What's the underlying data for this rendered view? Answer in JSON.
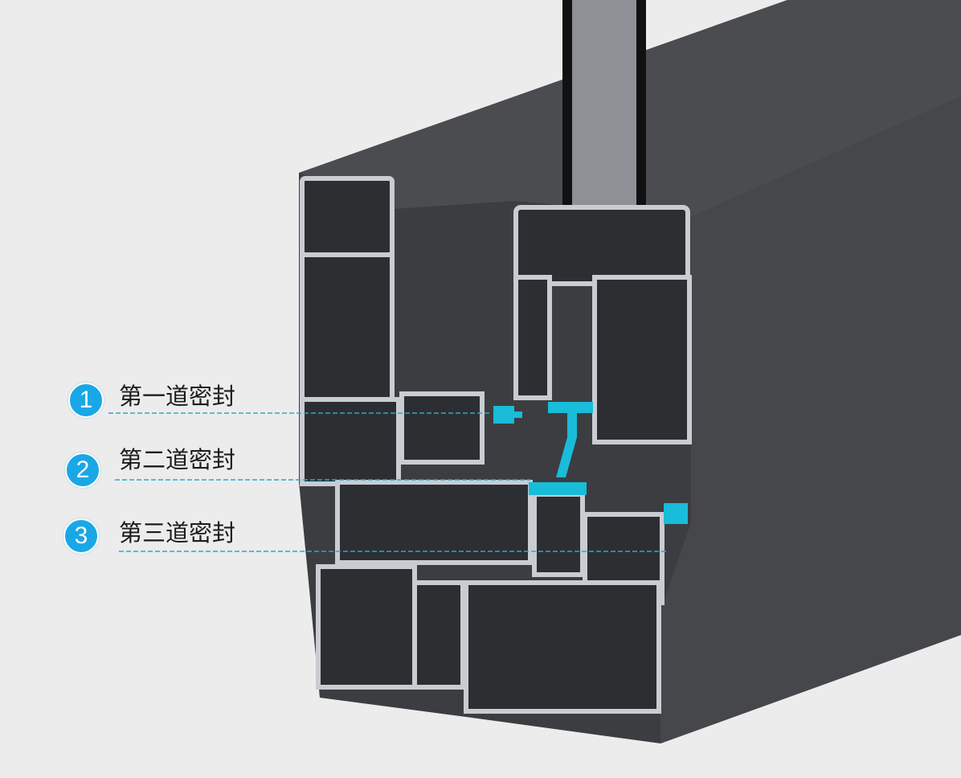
{
  "title": "Aluminum window profile three-seal cross-section",
  "colors": {
    "seal": "#19bcd9",
    "badge": "#1aa7e6",
    "profile": "#3a3c40",
    "edge": "#c9ccd0"
  },
  "callouts": [
    {
      "number": "1",
      "label": "第一道密封"
    },
    {
      "number": "2",
      "label": "第二道密封"
    },
    {
      "number": "3",
      "label": "第三道密封"
    }
  ]
}
